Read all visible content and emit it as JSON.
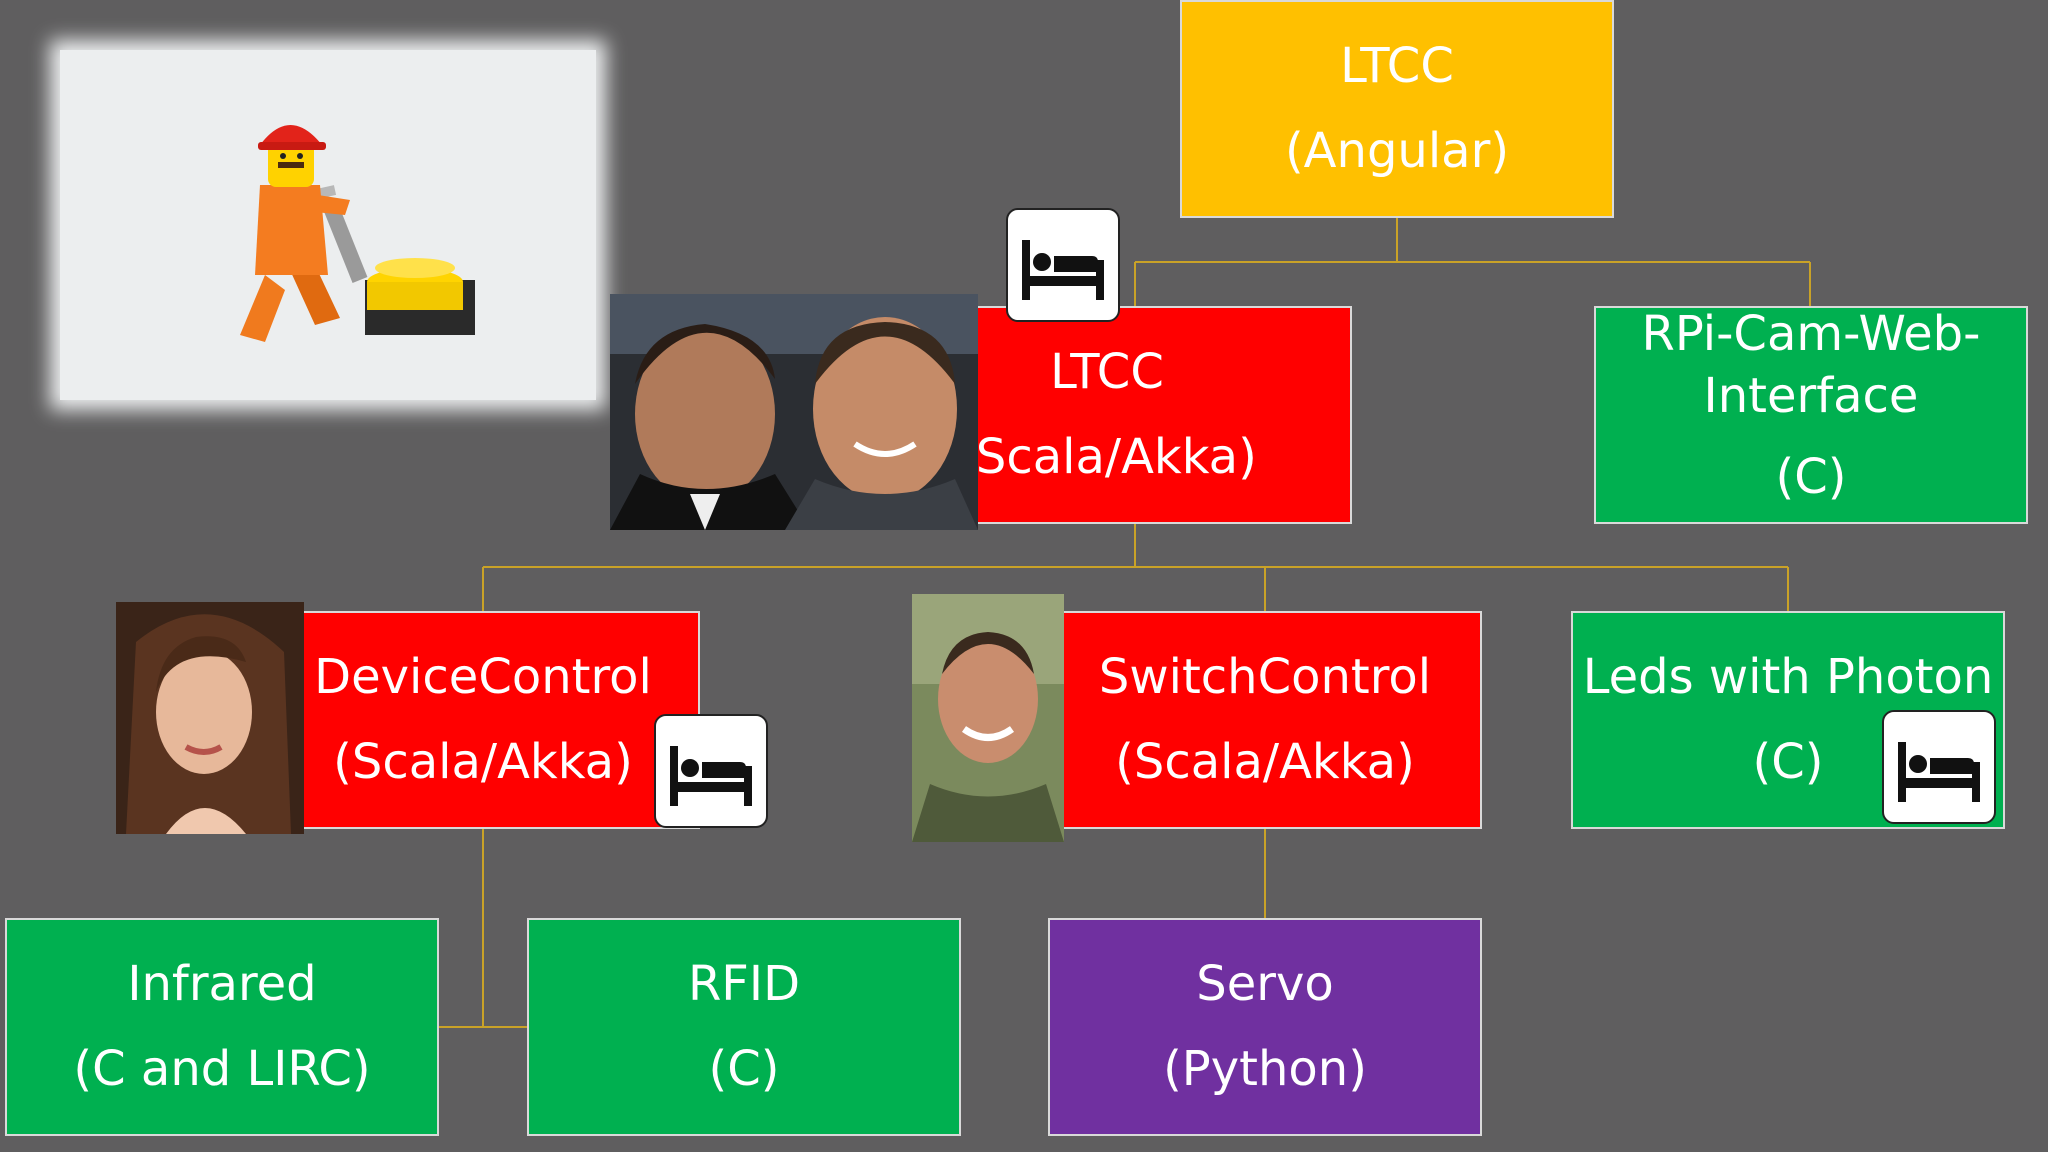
{
  "colors": {
    "background": "#5f5e5f",
    "connector": "#c9a227",
    "angular_box": "#ffc000",
    "scala_box": "#ff0000",
    "c_box": "#00b050",
    "python_box": "#7030a0"
  },
  "nodes": {
    "ltcc_angular": {
      "line1": "LTCC",
      "line2": "(Angular)"
    },
    "ltcc_scala": {
      "line1": "LTCC",
      "line2": "(Scala/Akka)"
    },
    "rpi_cam": {
      "line1": "RPi-Cam-Web-",
      "line1b": "Interface",
      "line2": "(C)"
    },
    "device_control": {
      "line1": "DeviceControl",
      "line2": "(Scala/Akka)"
    },
    "switch_control": {
      "line1": "SwitchControl",
      "line2": "(Scala/Akka)"
    },
    "leds_photon": {
      "line1": "Leds with Photon",
      "line2": "(C)"
    },
    "infrared": {
      "line1": "Infrared",
      "line2": "(C and LIRC)"
    },
    "rfid": {
      "line1": "RFID",
      "line2": "(C)"
    },
    "servo": {
      "line1": "Servo",
      "line2": "(Python)"
    }
  },
  "icons": {
    "sleep": "bed-icon",
    "lego": "lego-floor-polisher-image",
    "duo": "two-men-photo",
    "woman": "woman-photo",
    "man": "man-photo"
  }
}
